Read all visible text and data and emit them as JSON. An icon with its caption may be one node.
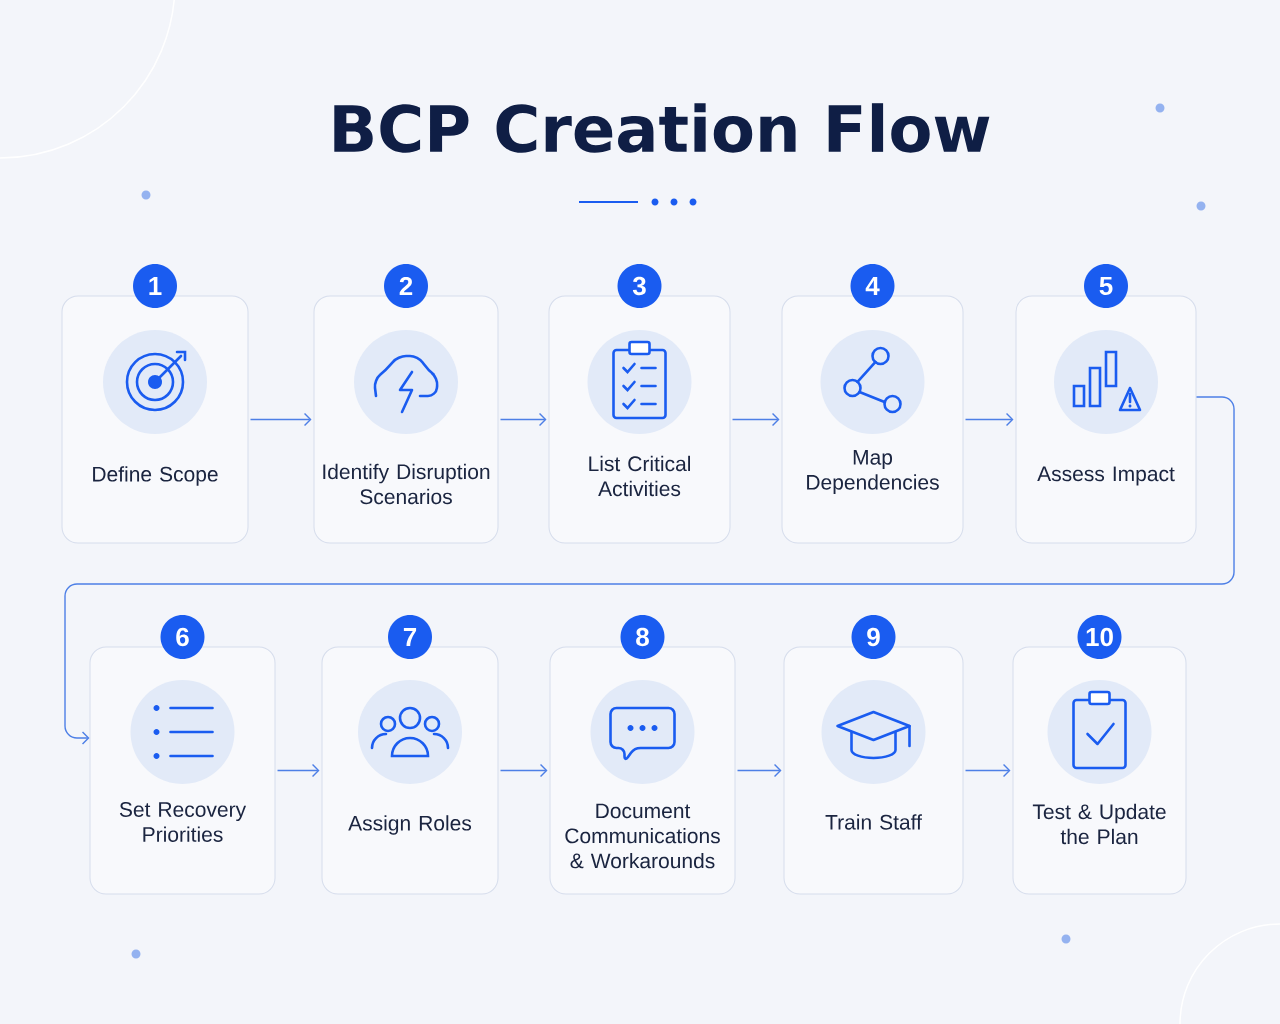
{
  "diagram": {
    "title": "BCP Creation Flow",
    "nodes": [
      {
        "text": [
          "1",
          "Define Scope"
        ]
      },
      {
        "text": [
          "2",
          "Identify Disruption Scenarios"
        ]
      },
      {
        "text": [
          "3",
          "List Critical Activities"
        ]
      },
      {
        "text": [
          "4",
          "Map Dependencies"
        ]
      },
      {
        "text": [
          "5",
          "Assess Impact"
        ]
      },
      {
        "text": [
          "6",
          "Set Recovery Priorities"
        ]
      },
      {
        "text": [
          "7",
          "Assign Roles"
        ]
      },
      {
        "text": [
          "8",
          "Document Communications & Workarounds"
        ]
      },
      {
        "text": [
          "9",
          "Train Staff"
        ]
      },
      {
        "text": [
          "10",
          "Test & Update the Plan"
        ]
      }
    ],
    "edges": [
      {
        "from": 0,
        "to": 1,
        "arrow": "to"
      },
      {
        "from": 1,
        "to": 2,
        "arrow": "to"
      },
      {
        "from": 2,
        "to": 3,
        "arrow": "to"
      },
      {
        "from": 3,
        "to": 4,
        "arrow": "to"
      },
      {
        "from": 4,
        "to": 5,
        "arrow": "to"
      },
      {
        "from": 5,
        "to": 6,
        "arrow": "to"
      },
      {
        "from": 6,
        "to": 7,
        "arrow": "to"
      },
      {
        "from": 7,
        "to": 8,
        "arrow": "to"
      },
      {
        "from": 8,
        "to": 9,
        "arrow": "to"
      }
    ]
  }
}
